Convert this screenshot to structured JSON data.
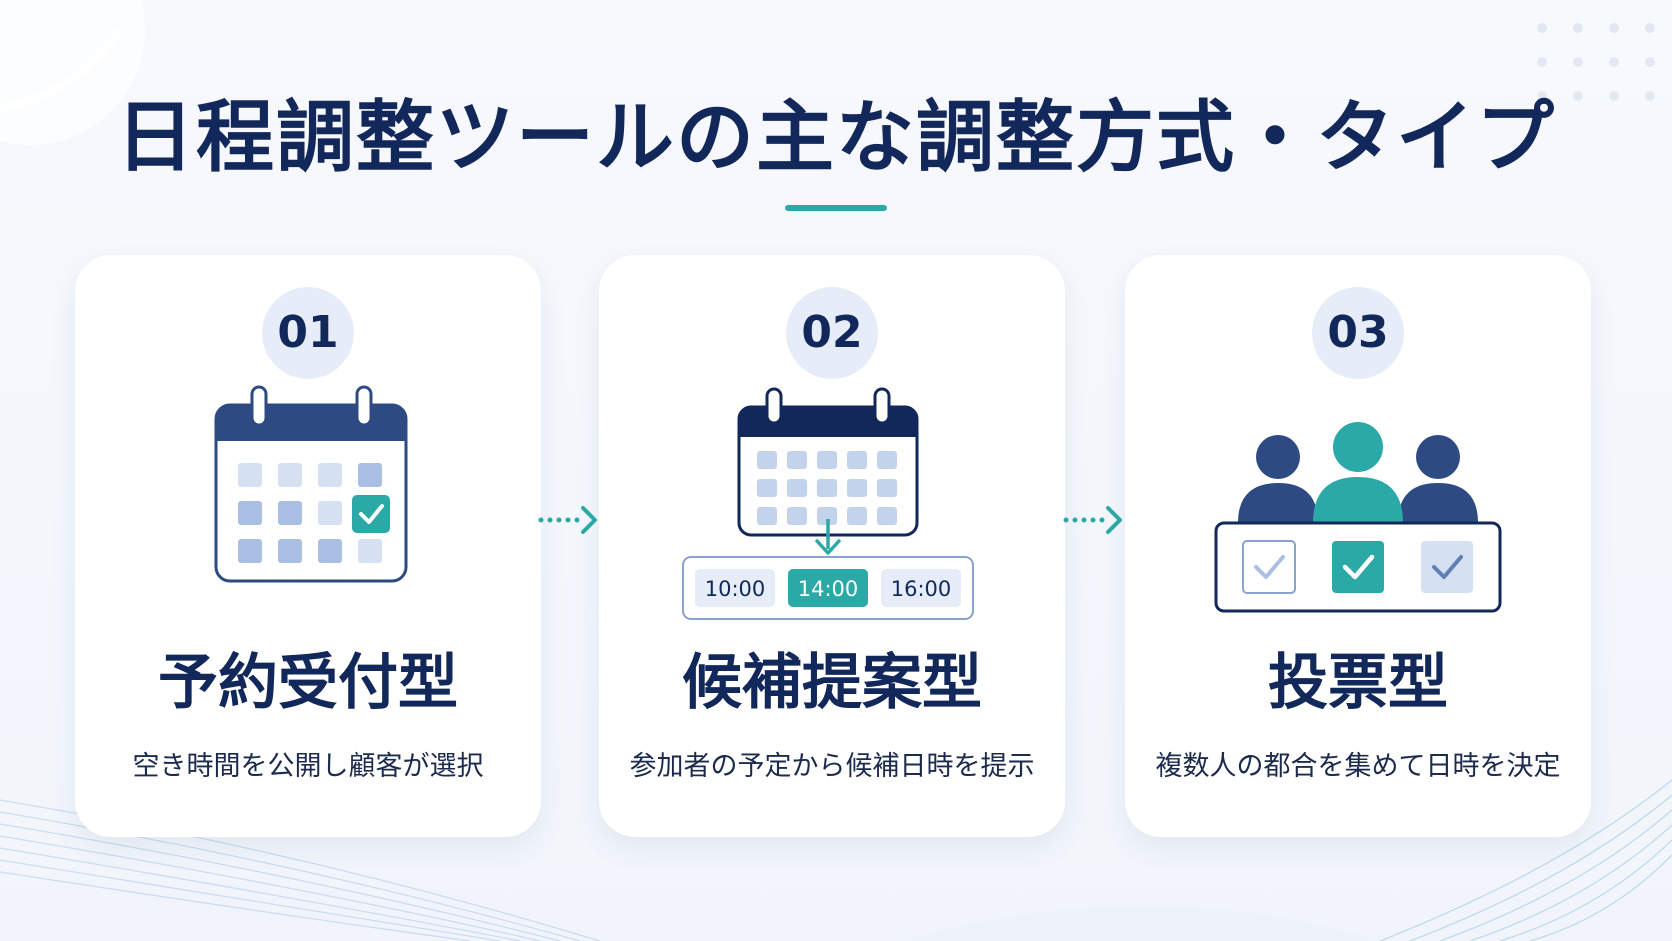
{
  "title": "日程調整ツールの主な調整方式・タイプ",
  "cards": [
    {
      "number": "01",
      "title": "予約受付型",
      "description": "空き時間を公開し顧客が選択",
      "icon": "calendar-check-icon"
    },
    {
      "number": "02",
      "title": "候補提案型",
      "description": "参加者の予定から候補日時を提示",
      "icon": "calendar-time-slots-icon",
      "time_slots": [
        "10:00",
        "14:00",
        "16:00"
      ]
    },
    {
      "number": "03",
      "title": "投票型",
      "description": "複数人の都合を集めて日時を決定",
      "icon": "group-vote-icon"
    }
  ],
  "colors": {
    "navy": "#12275a",
    "teal": "#2aa9a6",
    "light_blue": "#e6edf8"
  }
}
